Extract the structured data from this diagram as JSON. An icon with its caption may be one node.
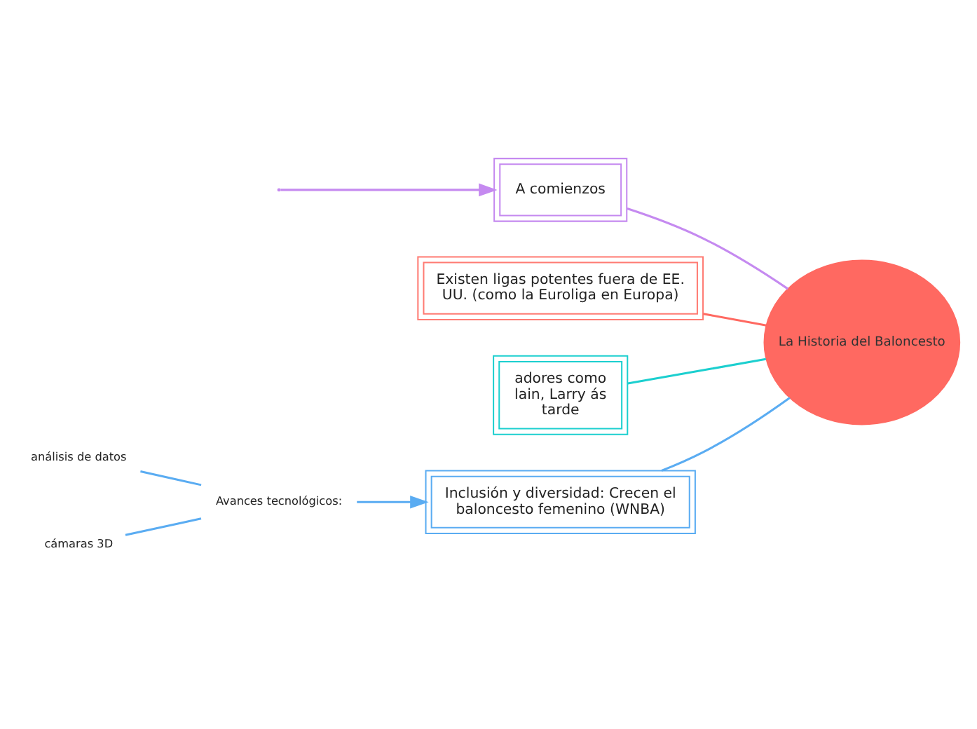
{
  "diagram": {
    "nodes": [
      {
        "text": [
          "La Historia del Baloncesto"
        ]
      },
      {
        "text": [
          "A comienzos"
        ]
      },
      {
        "text": [
          "Existen ligas potentes fuera de EE. UU. (como la Euroliga en Europa)"
        ]
      },
      {
        "text": [
          "adores como lain, Larry ás tarde"
        ]
      },
      {
        "text": [
          "Inclusión y diversidad: Crecen el baloncesto femenino (WNBA)"
        ]
      },
      {
        "text": [
          "Avances tecnológicos:"
        ]
      },
      {
        "text": [
          "análisis de datos"
        ]
      },
      {
        "text": [
          "cámaras 3D"
        ]
      }
    ],
    "edges": [
      {
        "from": null,
        "to": 1,
        "arrow": "to",
        "color": "#c58af0"
      },
      {
        "from": 1,
        "to": 0,
        "arrow": "none",
        "color": "#c58af0"
      },
      {
        "from": 2,
        "to": 0,
        "arrow": "none",
        "color": "#ff6961"
      },
      {
        "from": 3,
        "to": 0,
        "arrow": "none",
        "color": "#1ccfcf"
      },
      {
        "from": 6,
        "to": 5,
        "arrow": "none",
        "color": "#5aacf2"
      },
      {
        "from": 7,
        "to": 5,
        "arrow": "none",
        "color": "#5aacf2"
      },
      {
        "from": 5,
        "to": 4,
        "arrow": "to",
        "color": "#5aacf2"
      },
      {
        "from": 4,
        "to": 0,
        "arrow": "none",
        "color": "#5aacf2"
      }
    ]
  }
}
